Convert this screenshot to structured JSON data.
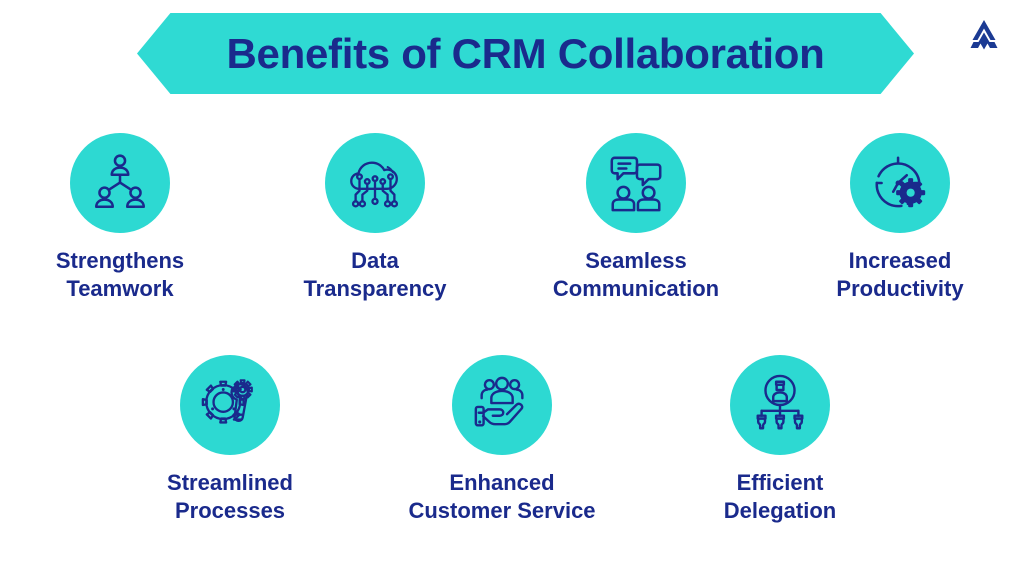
{
  "banner": {
    "title": "Benefits of CRM Collaboration",
    "background_color": "#2FDAD3",
    "text_color": "#1A2A8C"
  },
  "logo": {
    "name": "mountain-m-logo",
    "color": "#1B3A93"
  },
  "theme": {
    "background": "#FFFFFF",
    "accent_teal": "#2DD9D2",
    "text_navy": "#1A2A8C"
  },
  "benefits": {
    "row1": [
      {
        "label": "Strengthens\nTeamwork",
        "icon": "team-network-icon"
      },
      {
        "label": "Data\nTransparency",
        "icon": "cloud-circuit-icon"
      },
      {
        "label": "Seamless\nCommunication",
        "icon": "people-chat-bubbles-icon"
      },
      {
        "label": "Increased\nProductivity",
        "icon": "clock-gear-icon"
      }
    ],
    "row2": [
      {
        "label": "Streamlined\nProcesses",
        "icon": "gears-wrench-icon"
      },
      {
        "label": "Enhanced\nCustomer Service",
        "icon": "hand-holding-people-icon"
      },
      {
        "label": "Efficient\nDelegation",
        "icon": "org-hierarchy-icon"
      }
    ]
  }
}
